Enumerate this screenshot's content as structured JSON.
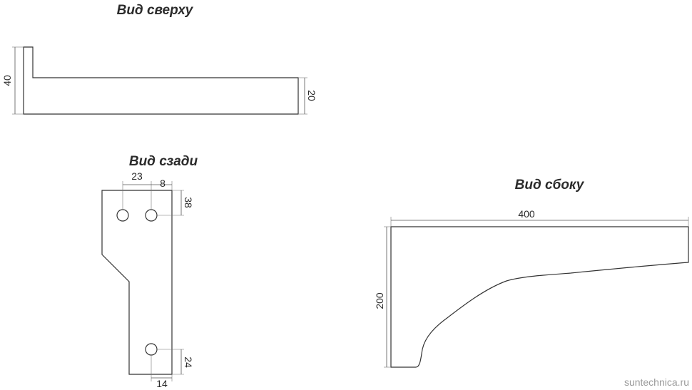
{
  "views": {
    "top": {
      "title": "Вид сверху",
      "dim_height": "40",
      "dim_right": "20"
    },
    "back": {
      "title": "Вид сзади",
      "dim_23": "23",
      "dim_8": "8",
      "dim_38": "38",
      "dim_24": "24",
      "dim_14": "14"
    },
    "side": {
      "title": "Вид сбоку",
      "dim_width": "400",
      "dim_height": "200"
    }
  },
  "watermark": "suntechnica.ru",
  "colors": {
    "line": "#333333",
    "text": "#2b2b2b",
    "watermark": "#9a9a9a"
  }
}
